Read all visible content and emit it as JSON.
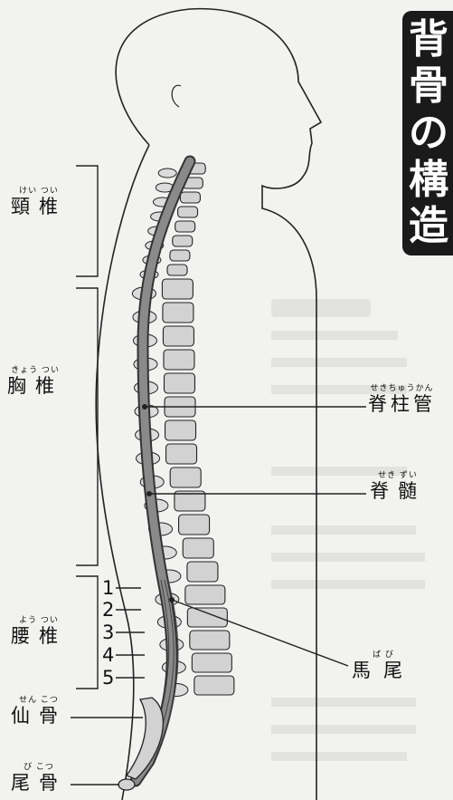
{
  "title": [
    "背",
    "骨",
    "の",
    "構",
    "造"
  ],
  "regions": {
    "cervical": {
      "kanji": "頸椎",
      "ruby": "けい つい"
    },
    "thoracic": {
      "kanji": "胸椎",
      "ruby": "きょう つい"
    },
    "lumbar": {
      "kanji": "腰椎",
      "ruby": "よう つい"
    },
    "sacrum": {
      "kanji": "仙骨",
      "ruby": "せん こつ"
    },
    "coccyx": {
      "kanji": "尾骨",
      "ruby": "び こつ"
    }
  },
  "structures": {
    "spinal_canal": {
      "kanji": "脊柱管",
      "ruby": "せきちゅうかん"
    },
    "spinal_cord": {
      "kanji": "脊髄",
      "ruby": "せき ずい"
    },
    "cauda_equina": {
      "kanji": "馬尾",
      "ruby": "ば び"
    }
  },
  "lumbar_numbers": [
    "1",
    "2",
    "3",
    "4",
    "5"
  ],
  "colors": {
    "background": "#f2f2f0",
    "line": "#222222",
    "vertebra": "#d2d2d2",
    "cord": "#8a8a8a",
    "title_bg": "#1a1a1a"
  }
}
